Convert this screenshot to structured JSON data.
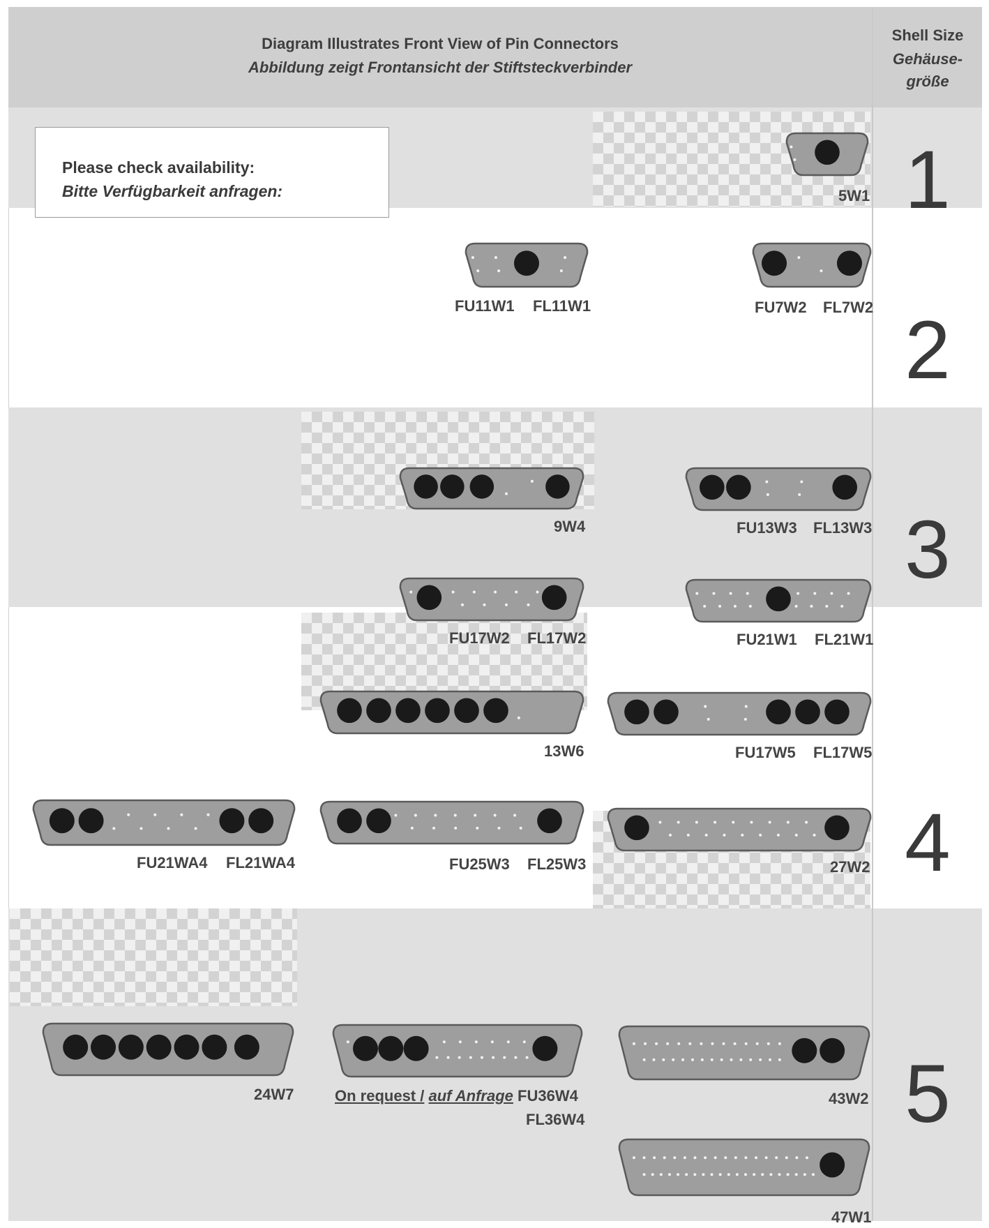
{
  "header": {
    "title_en": "Diagram Illustrates Front View of Pin Connectors",
    "title_de": "Abbildung zeigt Frontansicht der Stiftsteckverbinder",
    "shell_en": "Shell Size",
    "shell_de_1": "Gehäuse-",
    "shell_de_2": "größe"
  },
  "notice": {
    "line1": "Please check availability:",
    "line2": "Bitte Verfügbarkeit anfragen:"
  },
  "shells": [
    "1",
    "2",
    "3",
    "4",
    "5"
  ],
  "connectors": {
    "c5w1": "5W1",
    "c11w1": [
      "FU11W1",
      "FL11W1"
    ],
    "c7w2": [
      "FU7W2",
      "FL7W2"
    ],
    "c9w4": "9W4",
    "c13w3": [
      "FU13W3",
      "FL13W3"
    ],
    "c17w2": [
      "FU17W2",
      "FL17W2"
    ],
    "c21w1": [
      "FU21W1",
      "FL21W1"
    ],
    "c13w6": "13W6",
    "c17w5": [
      "FU17W5",
      "FL17W5"
    ],
    "c21wa4": [
      "FU21WA4",
      "FL21WA4"
    ],
    "c25w3": [
      "FU25W3",
      "FL25W3"
    ],
    "c27w2": "27W2",
    "c24w7": "24W7",
    "c36w4": {
      "on_request": "On request /",
      "auf_anfrage": "auf Anfrage",
      "fu": "FU36W4",
      "fl": "FL36W4"
    },
    "c43w2": "43W2",
    "c47w1": "47W1"
  },
  "colors": {
    "connector_fill": "#9e9e9e",
    "contact": "#1a1a1a",
    "band_grey": "#e0e0e0",
    "header_grey": "#cfcfcf"
  }
}
